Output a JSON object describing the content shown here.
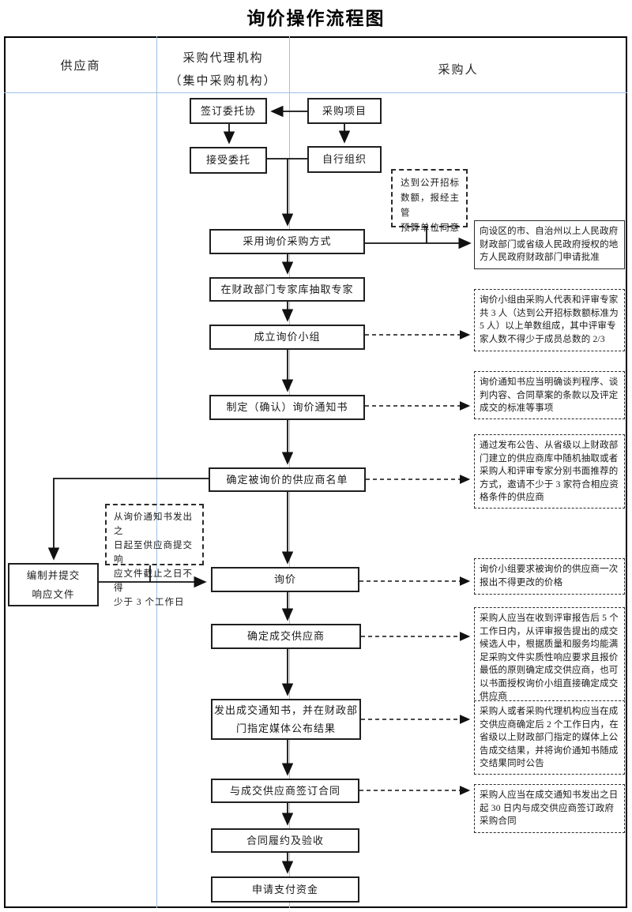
{
  "title": "询价操作流程图",
  "colors": {
    "lane_line_blue": "#9cc2e5",
    "flow_line_black": "#111111"
  },
  "lanes": {
    "supplier": "供应商",
    "agency": "采购代理机构\n（集中采购机构）",
    "purchaser": "采购人"
  },
  "nodes": {
    "sign_agreement": "签订委托协",
    "procurement_project": "采购项目",
    "accept_entrustment": "接受委托",
    "self_organize": "自行组织",
    "adopt_inquiry_method": "采用询价采购方式",
    "draw_experts": "在财政部门专家库抽取专家",
    "form_inquiry_team": "成立询价小组",
    "prepare_inquiry_notice": "制定（确认）询价通知书",
    "determine_supplier_list": "确定被询价的供应商名单",
    "inquiry": "询价",
    "determine_winner": "确定成交供应商",
    "issue_award_notice": "发出成交通知书，并在财政部\n门指定媒体公布结果",
    "sign_contract": "与成交供应商签订合同",
    "contract_fulfillment": "合同履约及验收",
    "apply_payment": "申请支付资金",
    "prepare_response": "编制并提交\n响应文件"
  },
  "conditions": {
    "open_tender_threshold": "达到公开招标\n数额，报经主管\n预算单位同意",
    "response_deadline": "从询价通知书发出之\n日起至供应商提交响\n应文件截止之日不得\n少于 3 个工作日"
  },
  "annotations": {
    "approval": "向设区的市、自治州以上人民政府财政部门或省级人民政府授权的地方人民政府财政部门申请批准",
    "team_rule": "询价小组由采购人代表和评审专家共 3 人（达到公开招标数额标准为 5 人）以上单数组成，其中评审专家人数不得少于成员总数的 2/3",
    "notice_rule": "询价通知书应当明确谈判程序、谈判内容、合同草案的条款以及评定成交的标准等事项",
    "supplier_invite_rule": "通过发布公告、从省级以上财政部门建立的供应商库中随机抽取或者采购人和评审专家分别书面推荐的方式，邀请不少于 3 家符合相应资格条件的供应商",
    "quote_rule": "询价小组要求被询价的供应商一次报出不得更改的价格",
    "winner_rule": "采购人应当在收到评审报告后 5 个工作日内，从评审报告提出的成交候选人中，根据质量和服务均能满足采购文件实质性响应要求且报价最低的原则确定成交供应商，也可以书面授权询价小组直接确定成交供应商",
    "announce_rule": "采购人或者采购代理机构应当在成交供应商确定后 2 个工作日内，在省级以上财政部门指定的媒体上公告成交结果，并将询价通知书随成交结果同时公告",
    "contract_rule": "采购人应当在成交通知书发出之日起 30 日内与成交供应商签订政府采购合同"
  }
}
